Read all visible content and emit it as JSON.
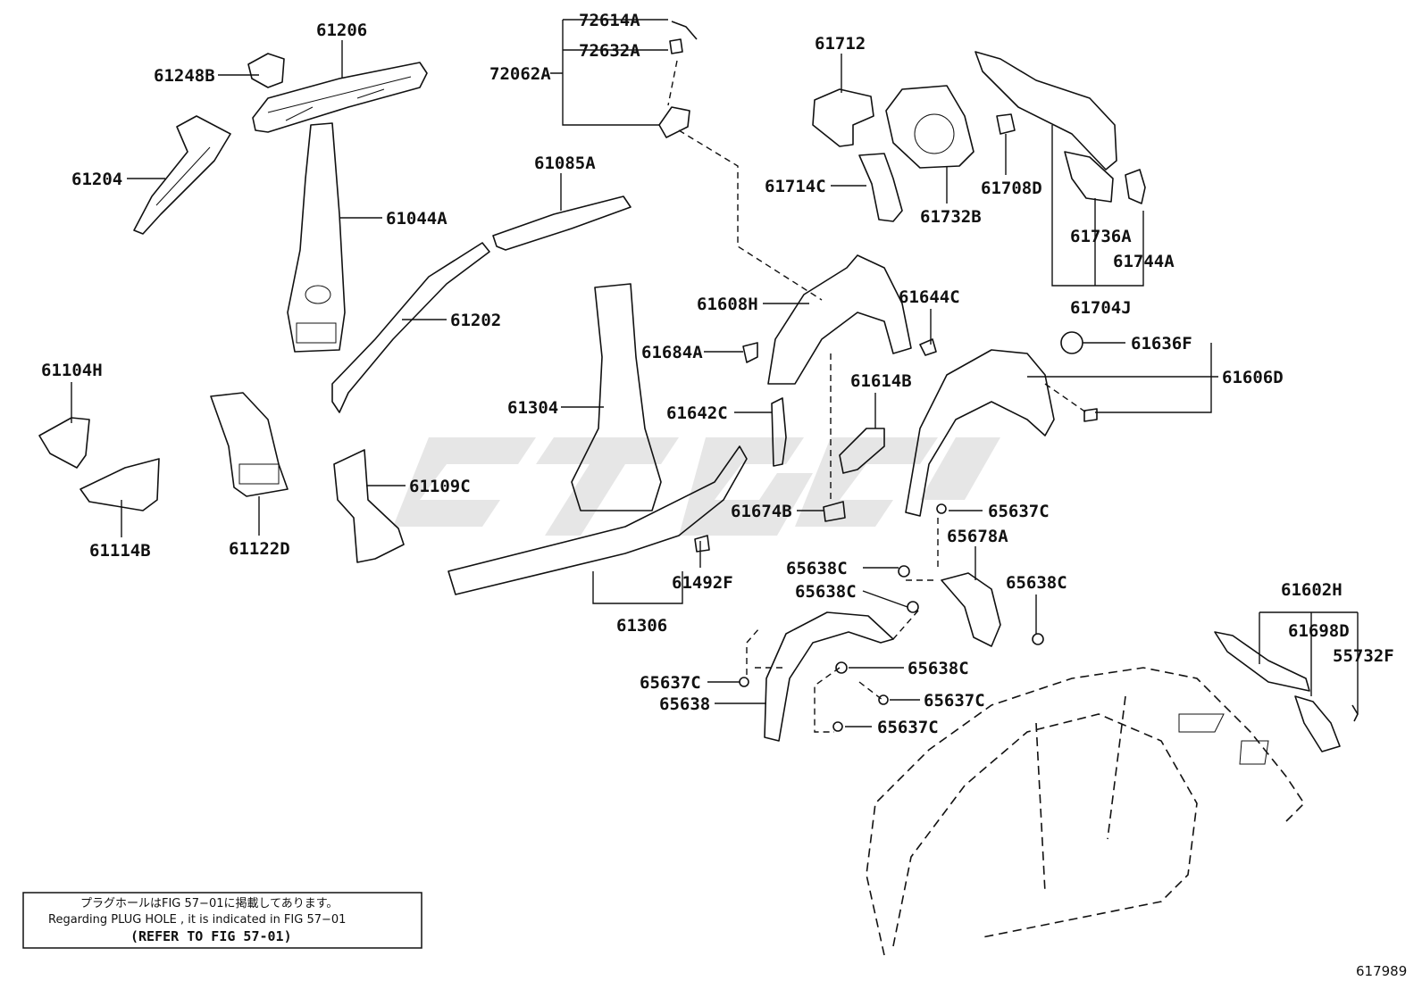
{
  "parts": {
    "p61206": "61206",
    "p61248B": "61248B",
    "p61204": "61204",
    "p61044A": "61044A",
    "p72614A": "72614A",
    "p72632A": "72632A",
    "p72062A": "72062A",
    "p61085A": "61085A",
    "p61202": "61202",
    "p61712": "61712",
    "p61714C": "61714C",
    "p61732B": "61732B",
    "p61708D": "61708D",
    "p61736A": "61736A",
    "p61744A": "61744A",
    "p61704J": "61704J",
    "p61608H": "61608H",
    "p61644C": "61644C",
    "p61684A": "61684A",
    "p61304": "61304",
    "p61642C": "61642C",
    "p61614B": "61614B",
    "p61636F": "61636F",
    "p61606D": "61606D",
    "p61104H": "61104H",
    "p61114B": "61114B",
    "p61122D": "61122D",
    "p61109C": "61109C",
    "p61674B": "61674B",
    "p65637C_a": "65637C",
    "p65678A": "65678A",
    "p65638C_a": "65638C",
    "p65638C_b": "65638C",
    "p65638C_c": "65638C",
    "p61492F": "61492F",
    "p61306": "61306",
    "p65637C_b": "65637C",
    "p65638": "65638",
    "p65638C_d": "65638C",
    "p65637C_c": "65637C",
    "p65637C_d": "65637C",
    "p61602H": "61602H",
    "p61698D": "61698D",
    "p55732F": "55732F"
  },
  "note": {
    "line1": "プラグホールはFIG 57−01に掲載してあります。",
    "line2": "Regarding  PLUG  HOLE , it is indicated in  FIG  57−01",
    "line3": "(REFER TO FIG 57-01)"
  },
  "figure_number": "617989"
}
